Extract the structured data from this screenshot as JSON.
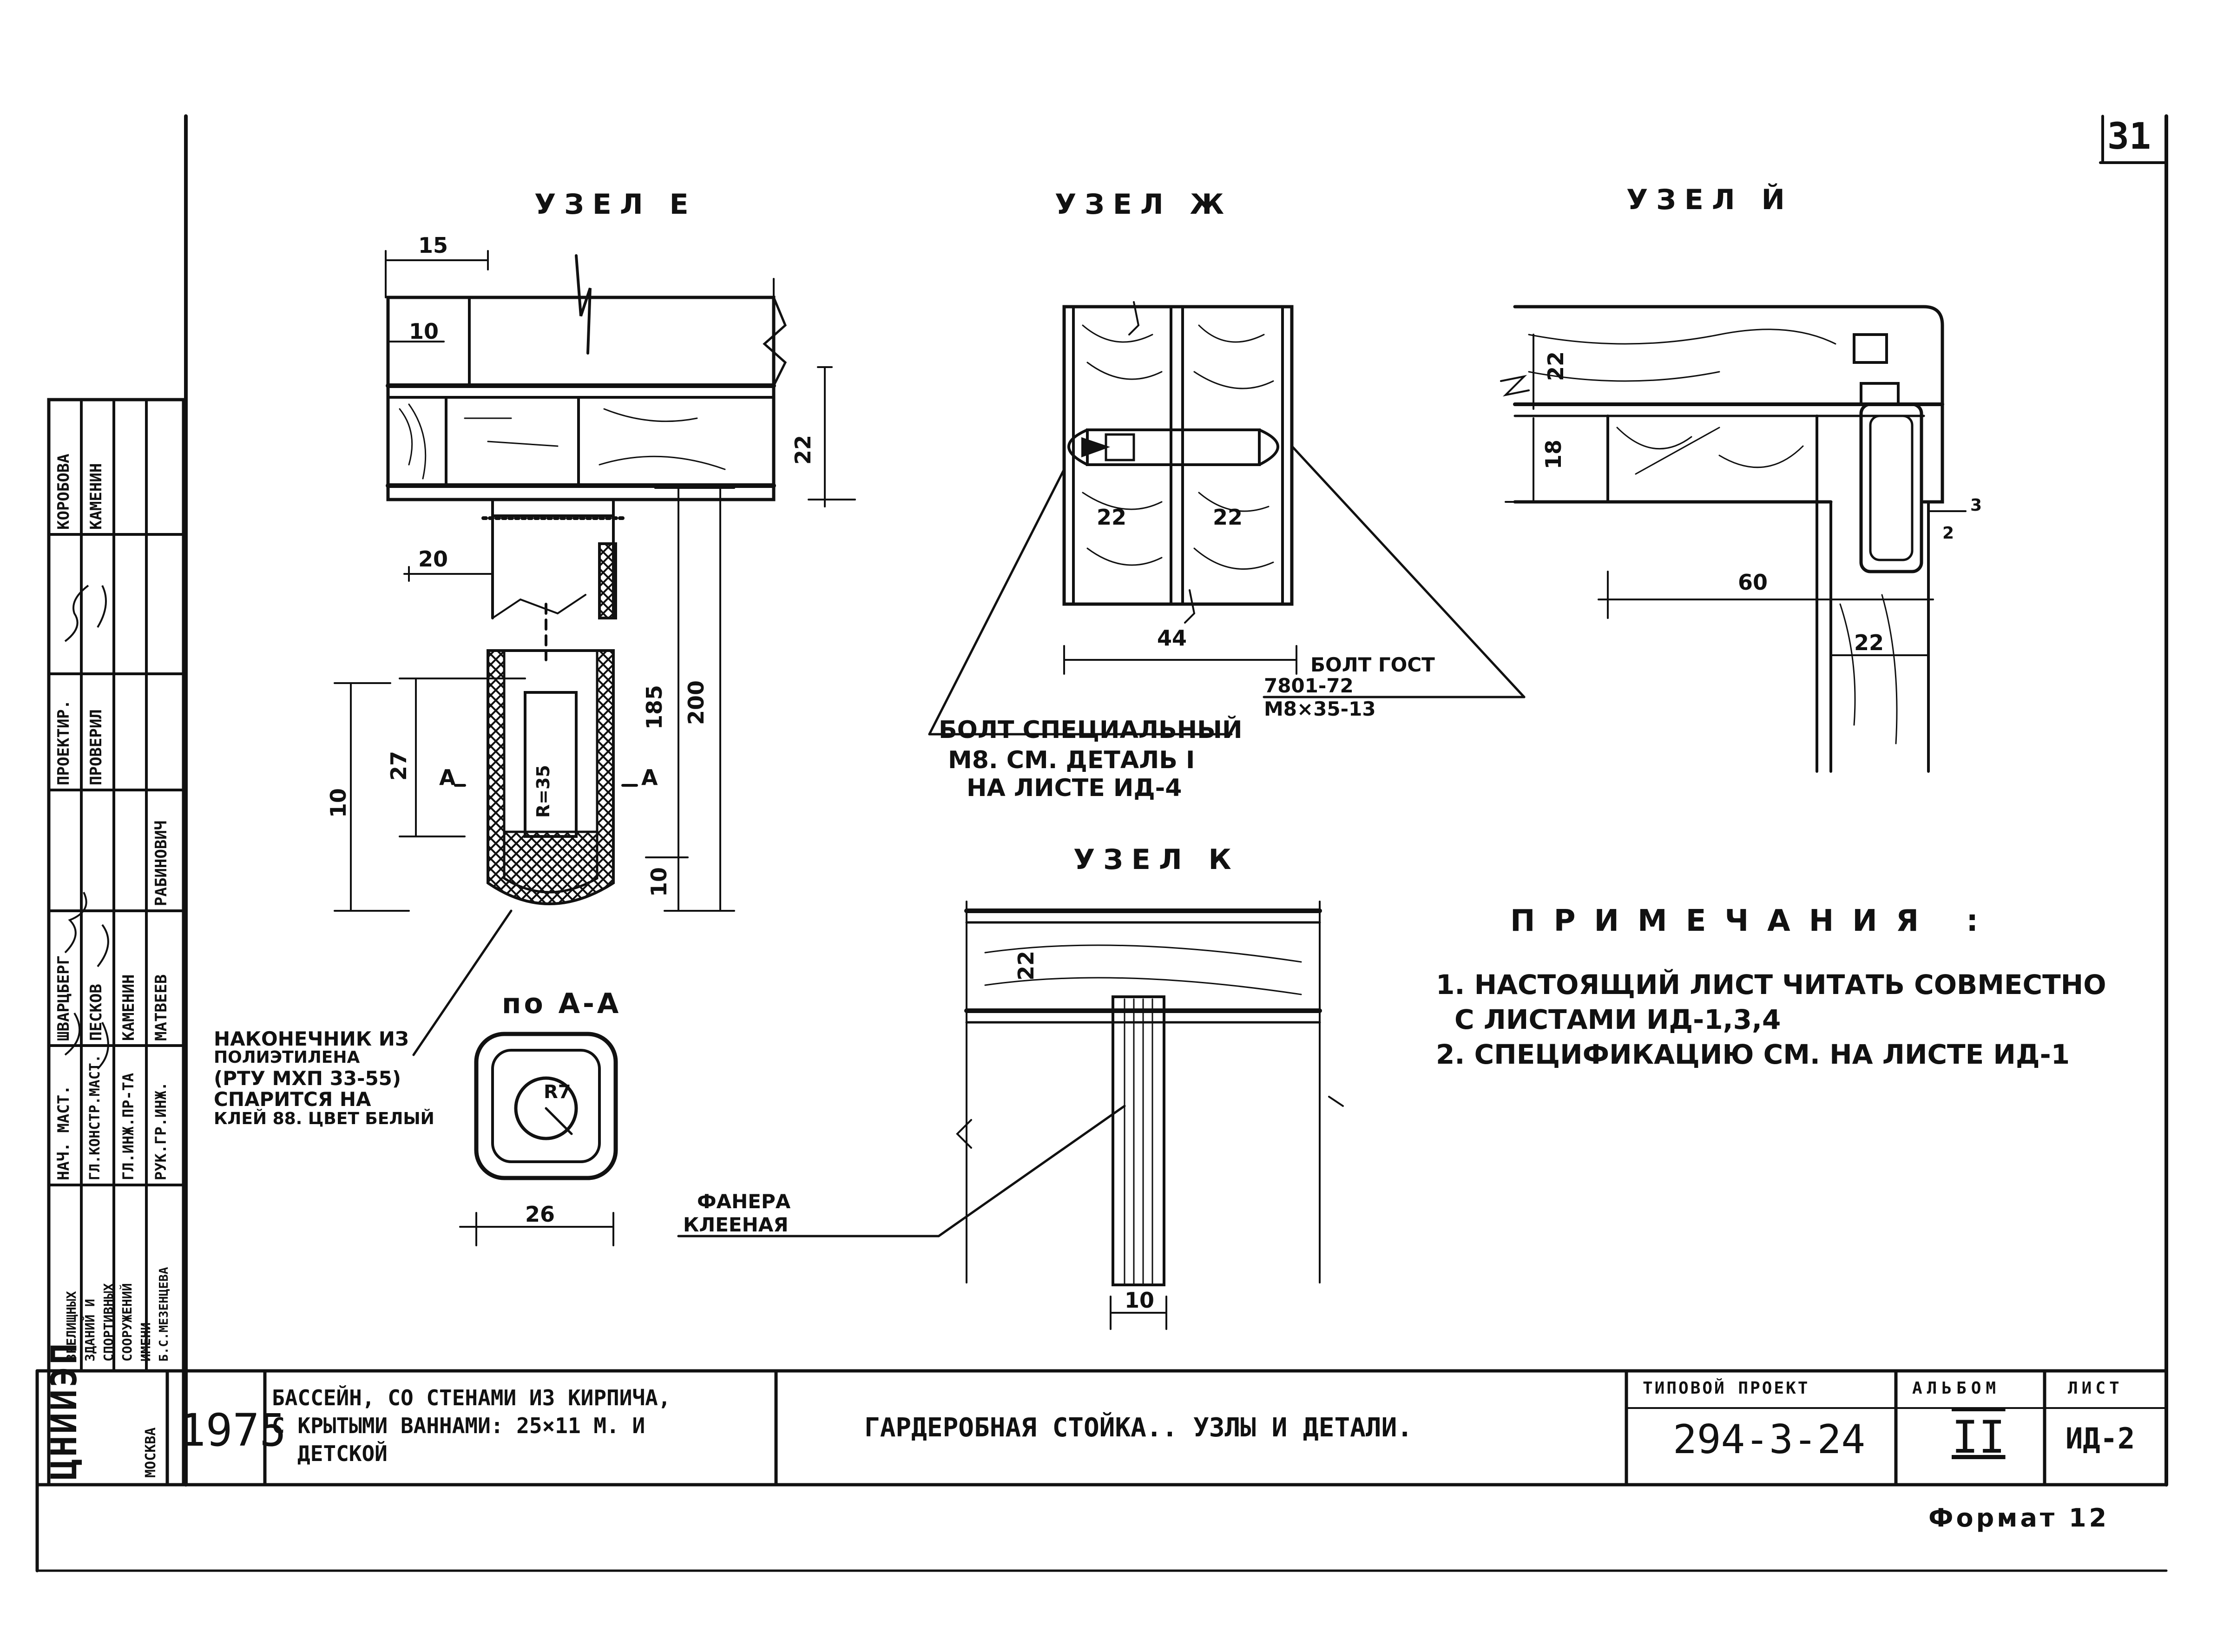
{
  "page_number": "31",
  "nodes": {
    "e": "УЗЕЛ Е",
    "zh": "УЗЕЛ Ж",
    "i": "УЗЕЛ Й",
    "k": "УЗЕЛ К"
  },
  "section_label": "по А-А",
  "section_marks": [
    "А",
    "А"
  ],
  "dims": {
    "e_15": "15",
    "e_10a": "10",
    "e_22": "22",
    "e_20": "20",
    "e_185": "185",
    "e_200": "200",
    "e_10b": "10",
    "e_27": "27",
    "e_r35": "R=35",
    "e_10c": "10",
    "aa_r7": "R7",
    "aa_26": "26",
    "zh_22a": "22",
    "zh_22b": "22",
    "zh_44": "44",
    "i_22": "22",
    "i_18": "18",
    "i_60": "60",
    "i_22b": "22",
    "i_2": "2",
    "i_3": "3",
    "k_22": "22",
    "k_10": "10"
  },
  "callouts": {
    "tip_line1": "НАКОНЕЧНИК ИЗ",
    "tip_line2": "ПОЛИЭТИЛЕНА",
    "tip_line3": "(РТУ МХП 33-55)",
    "tip_line4": "СПАРИТСЯ НА",
    "tip_line5": "КЛЕЙ 88. ЦВЕТ БЕЛЫЙ",
    "bolt_special1": "БОЛТ СПЕЦИАЛЬНЫЙ",
    "bolt_special2": "М8. СМ. ДЕТАЛЬ I",
    "bolt_special3": "НА ЛИСТЕ ИД-4",
    "bolt_gost1": "БОЛТ ГОСТ",
    "bolt_gost2": "7801-72",
    "bolt_gost3": "М8×35-13",
    "plywood1": "ФАНЕРА",
    "plywood2": "КЛЕЕНАЯ"
  },
  "notes": {
    "title": "ПРИМЕЧАНИЯ :",
    "line1": "1. НАСТОЯЩИЙ ЛИСТ ЧИТАТЬ СОВМЕСТНО",
    "line2": "С ЛИСТАМИ ИД-1,3,4",
    "line3": "2. СПЕЦИФИКАЦИЮ СМ. НА ЛИСТЕ ИД-1"
  },
  "side_stamp": {
    "roles": [
      "НАЧ. МАСТ.",
      "ГЛ.КОНСТР.МАСТ.",
      "ГЛ.ИНЖ.ПР-ТА",
      "РУК.ГР.ИНЖ."
    ],
    "roles2": [
      "ШВАРЦБЕРГ",
      "ПЕСКОВ",
      "КАМЕНИН",
      "МАТВЕЕВ",
      "РАБИНОВИЧ"
    ],
    "roles3": [
      "ПРОЕКТИР.",
      "ПРОВЕРИЛ"
    ],
    "names": [
      "КОРОБОВА",
      "КАМЕНИН"
    ],
    "org": [
      "ЗРЕЛИЩНЫХ",
      "ЗДАНИЙ И",
      "СПОРТИВНЫХ",
      "СООРУЖЕНИЙ",
      "ИМЕНИ",
      "Б.С.МЕЗЕНЦЕВА"
    ],
    "city": "МОСКВА",
    "logo": "ЦНИИЭП"
  },
  "title_block": {
    "year": "1975",
    "project_line1": "БАССЕЙН, СО СТЕНАМИ ИЗ КИРПИЧА,",
    "project_line2": "С КРЫТЫМИ ВАННАМИ: 25×11 М. И",
    "project_line3": "ДЕТСКОЙ",
    "sheet_title": "ГАРДЕРОБНАЯ СТОЙКА.. УЗЛЫ И ДЕТАЛИ.",
    "typ_label": "ТИПОВОЙ ПРОЕКТ",
    "typ_value": "294-3-24",
    "album_label": "АЛЬБОМ",
    "album_value": "II",
    "sheet_label": "ЛИСТ",
    "sheet_value": "ИД-2"
  },
  "format": "Формат 12"
}
